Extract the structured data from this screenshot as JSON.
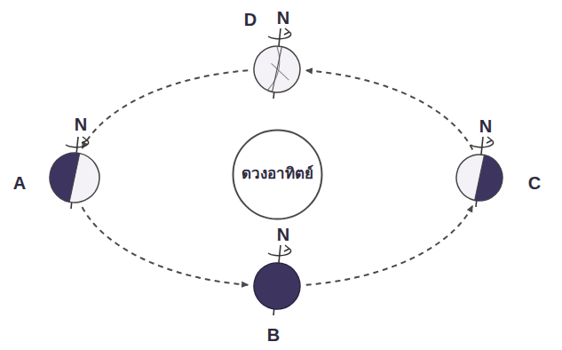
{
  "diagram": {
    "nodes": [
      {
        "text": [
          "D",
          "N"
        ]
      },
      {
        "text": [
          "N",
          "A"
        ]
      },
      {
        "text": [
          "ดวงอาทิตย์"
        ]
      },
      {
        "text": [
          "N",
          "C"
        ]
      },
      {
        "text": [
          "N",
          "B"
        ]
      }
    ],
    "edges": [
      {
        "from": 0,
        "to": 1,
        "arrow": "to"
      },
      {
        "from": 1,
        "to": 4,
        "arrow": "to"
      },
      {
        "from": 4,
        "to": 3,
        "arrow": "to"
      },
      {
        "from": 3,
        "to": 0,
        "arrow": "to"
      }
    ]
  }
}
